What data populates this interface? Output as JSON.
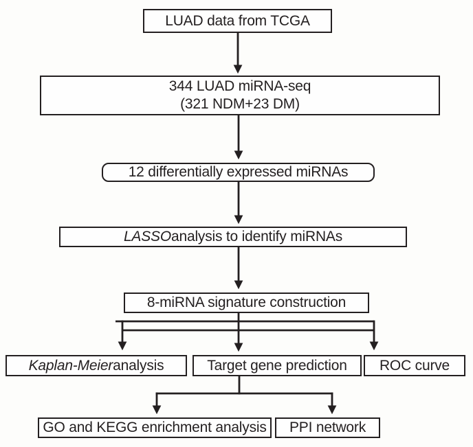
{
  "diagram": {
    "nodes": {
      "tcga": {
        "label": "LUAD data from TCGA"
      },
      "mirnaseq": {
        "line1": "344 LUAD miRNA-seq",
        "line2": "(321 NDM+23 DM)"
      },
      "dem": {
        "label": "12 differentially expressed miRNAs"
      },
      "lasso": {
        "em": "LASSO",
        "rest": " analysis to identify miRNAs"
      },
      "signature": {
        "label": "8-miRNA signature construction"
      },
      "km": {
        "em": "Kaplan-Meier",
        "rest": " analysis"
      },
      "target": {
        "label": "Target gene prediction"
      },
      "roc": {
        "label": "ROC curve"
      },
      "gokegg": {
        "label": "GO and KEGG enrichment analysis"
      },
      "ppi": {
        "label": "PPI network"
      }
    },
    "colors": {
      "line": "#231f20",
      "text": "#231f20",
      "box_background": "#fefefe",
      "page_background": "#fdfdfb"
    }
  }
}
